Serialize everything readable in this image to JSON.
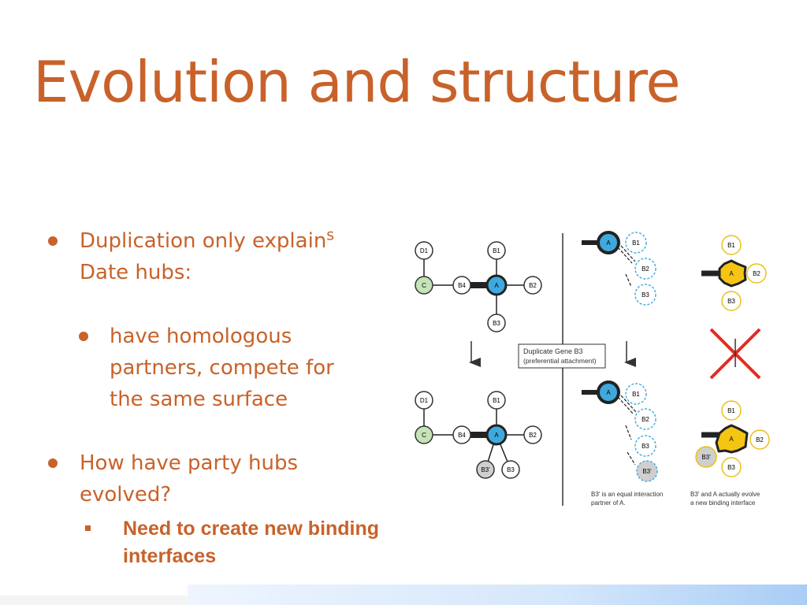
{
  "slide": {
    "title": "Evolution and structure",
    "bullet1_main": "Duplication only explain",
    "bullet1_sup": "s",
    "bullet1_line2": "Date hubs:",
    "bullet1a_line1": "have homologous",
    "bullet1a_line2": "partners, compete for",
    "bullet1a_line3": "the same surface",
    "bullet2_line1": "How have party hubs",
    "bullet2_line2": "evolved?",
    "bullet2a_line1": "Need to create new binding",
    "bullet2a_line2": "interfaces"
  },
  "diagram": {
    "nodes": {
      "a": "A",
      "b1": "B1",
      "b2": "B2",
      "b3": "B3",
      "b4": "B4",
      "b3p": "B3'",
      "c": "C",
      "d1": "D1"
    },
    "box_line1": "Duplicate Gene B3",
    "box_line2": "(preferential attachment)",
    "caption_left_line1": "B3' is an equal interaction",
    "caption_left_line2": "partner of A.",
    "caption_right_line1": "B3' and A actually evolve",
    "caption_right_line2": "a new binding interface",
    "colors": {
      "accent": "#c8622a",
      "node_a": "#3fa9de",
      "node_c": "#c5e3b8",
      "node_b3p": "#cfcfcf",
      "yellow_a": "#f5c514",
      "yellow_ring": "#e9c21a",
      "dashed_blue": "#4aaee0",
      "cross": "#e22b22"
    }
  }
}
